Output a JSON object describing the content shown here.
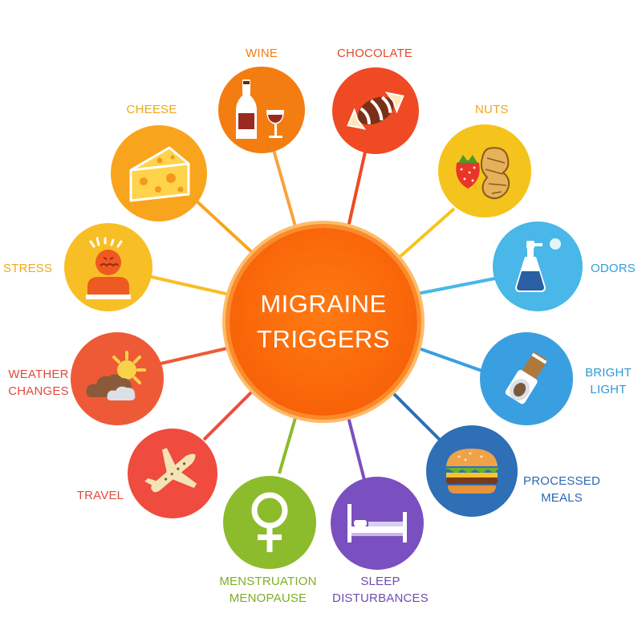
{
  "hub": {
    "title": "MIGRAINE\nTRIGGERS"
  },
  "colors": {
    "hub": "#f86308",
    "wine": "#f47d12",
    "chocolate": "#ef4a24",
    "nuts": "#f5c41c",
    "odors": "#49b7e7",
    "bright_light": "#3a9fe0",
    "processed_meals": "#2e6fb6",
    "sleep_disturbances": "#7a4fbf",
    "menstruation_menopause": "#8cbb2c",
    "travel": "#ef4b3f",
    "weather_changes": "#ef5a36",
    "stress": "#f7bf25",
    "cheese": "#f8a51d"
  },
  "triggers": {
    "wine": {
      "label": "WINE",
      "icon": "wine-bottle-glass-icon"
    },
    "chocolate": {
      "label": "CHOCOLATE",
      "icon": "candy-icon"
    },
    "nuts": {
      "label": "NUTS",
      "icon": "strawberry-peanut-icon"
    },
    "odors": {
      "label": "ODORS",
      "icon": "perfume-bottle-icon"
    },
    "bright_light": {
      "label": "BRIGHT\nLIGHT",
      "icon": "flashlight-icon"
    },
    "processed_meals": {
      "label": "PROCESSED\nMEALS",
      "icon": "burger-icon"
    },
    "sleep_disturbances": {
      "label": "SLEEP\nDISTURBANCES",
      "icon": "bed-icon"
    },
    "menstruation_menopause": {
      "label": "MENSTRUATION\nMENOPAUSE",
      "icon": "female-symbol-icon"
    },
    "travel": {
      "label": "TRAVEL",
      "icon": "airplane-icon"
    },
    "weather_changes": {
      "label": "WEATHER\nCHANGES",
      "icon": "sun-cloud-icon"
    },
    "stress": {
      "label": "STRESS",
      "icon": "stressed-person-icon"
    },
    "cheese": {
      "label": "CHEESE",
      "icon": "cheese-wedge-icon"
    }
  }
}
